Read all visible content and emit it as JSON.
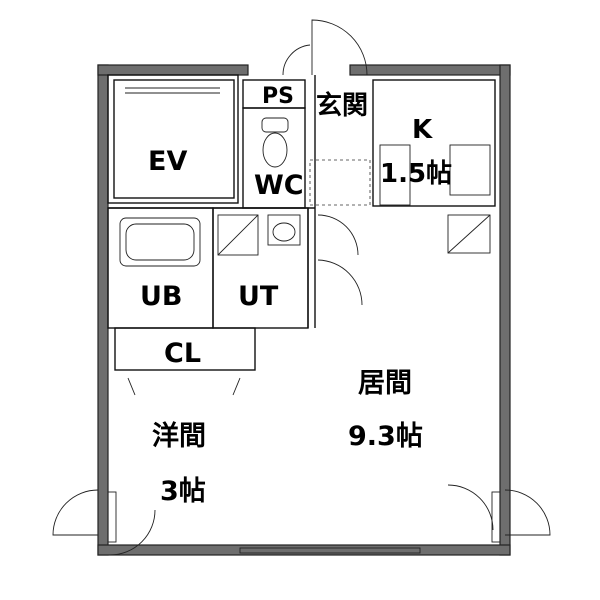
{
  "rooms": {
    "ps": "PS",
    "genkan": "玄関",
    "kitchen_name": "K",
    "kitchen_size": "1.5帖",
    "ev": "EV",
    "wc": "WC",
    "ub": "UB",
    "ut": "UT",
    "cl": "CL",
    "living_name": "居間",
    "living_size": "9.3帖",
    "western_name": "洋間",
    "western_size": "3帖"
  }
}
